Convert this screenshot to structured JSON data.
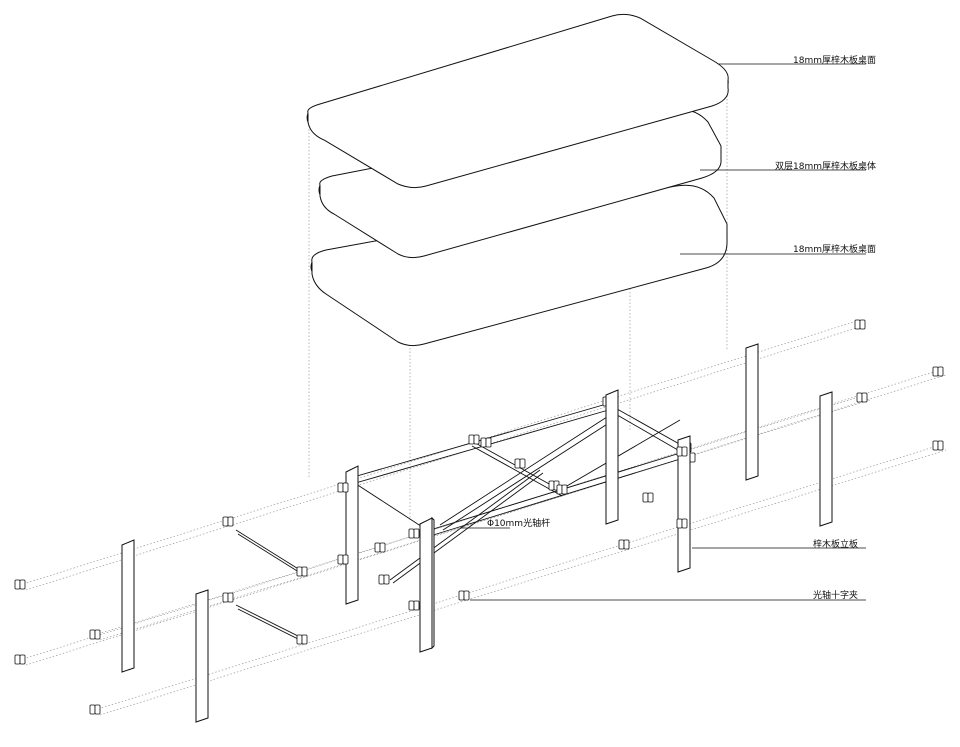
{
  "labels": {
    "top_panel": "18mm厚梓木板桌面",
    "middle_panel": "双层18mm厚梓木板桌体",
    "bottom_panel": "18mm厚梓木板桌面",
    "rod": "Φ10mm光轴杆",
    "upright": "梓木板立板",
    "clamp": "光轴十字夹"
  }
}
